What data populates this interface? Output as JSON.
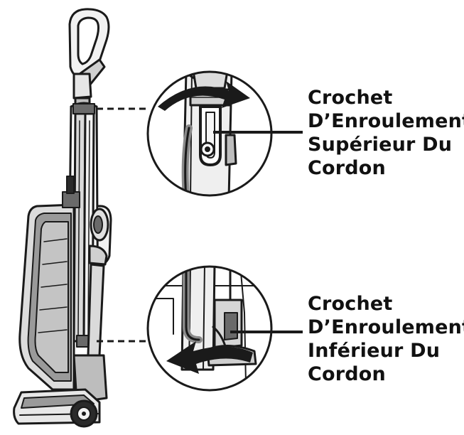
{
  "callouts": {
    "upper": {
      "line1": "Crochet",
      "line2": "D’Enroulement",
      "line3": "Supérieur Du",
      "line4": "Cordon"
    },
    "lower": {
      "line1": "Crochet",
      "line2": "D’Enroulement",
      "line3": "Inférieur Du",
      "line4": "Cordon"
    }
  },
  "colors": {
    "stroke": "#1a1a1a",
    "fill_light": "#f2f2f2",
    "fill_mid": "#cfcfcf",
    "fill_dark": "#6a6a6a"
  }
}
